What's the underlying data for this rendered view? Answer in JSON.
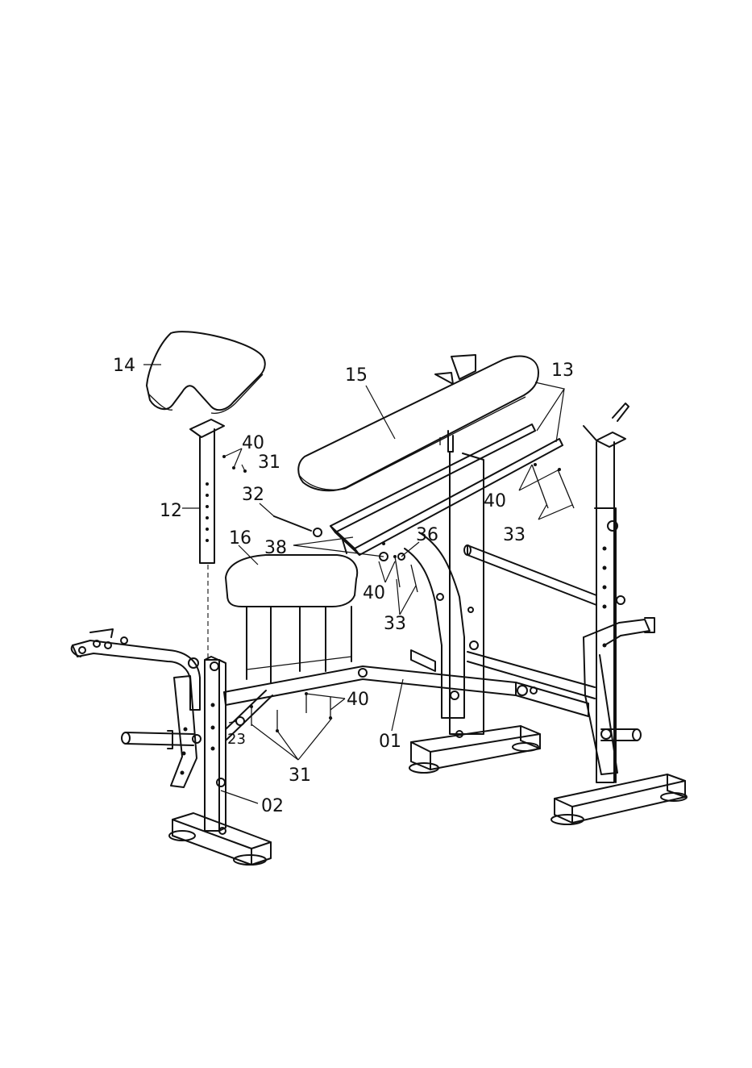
{
  "figure": {
    "type": "exploded assembly diagram",
    "subject": "weight bench with preacher curl pad",
    "callouts": [
      {
        "id": "c14",
        "text": "14"
      },
      {
        "id": "c15",
        "text": "15"
      },
      {
        "id": "c13",
        "text": "13"
      },
      {
        "id": "c40a",
        "text": "40"
      },
      {
        "id": "c31a",
        "text": "31"
      },
      {
        "id": "c32",
        "text": "32"
      },
      {
        "id": "c12",
        "text": "12"
      },
      {
        "id": "c16",
        "text": "16"
      },
      {
        "id": "c38",
        "text": "38"
      },
      {
        "id": "c36",
        "text": "36"
      },
      {
        "id": "c40b",
        "text": "40"
      },
      {
        "id": "c33a",
        "text": "33"
      },
      {
        "id": "c40c",
        "text": "40"
      },
      {
        "id": "c33b",
        "text": "33"
      },
      {
        "id": "c40d",
        "text": "40"
      },
      {
        "id": "c23",
        "text": "23"
      },
      {
        "id": "c01",
        "text": "01"
      },
      {
        "id": "c31b",
        "text": "31"
      },
      {
        "id": "c02",
        "text": "02"
      }
    ]
  }
}
